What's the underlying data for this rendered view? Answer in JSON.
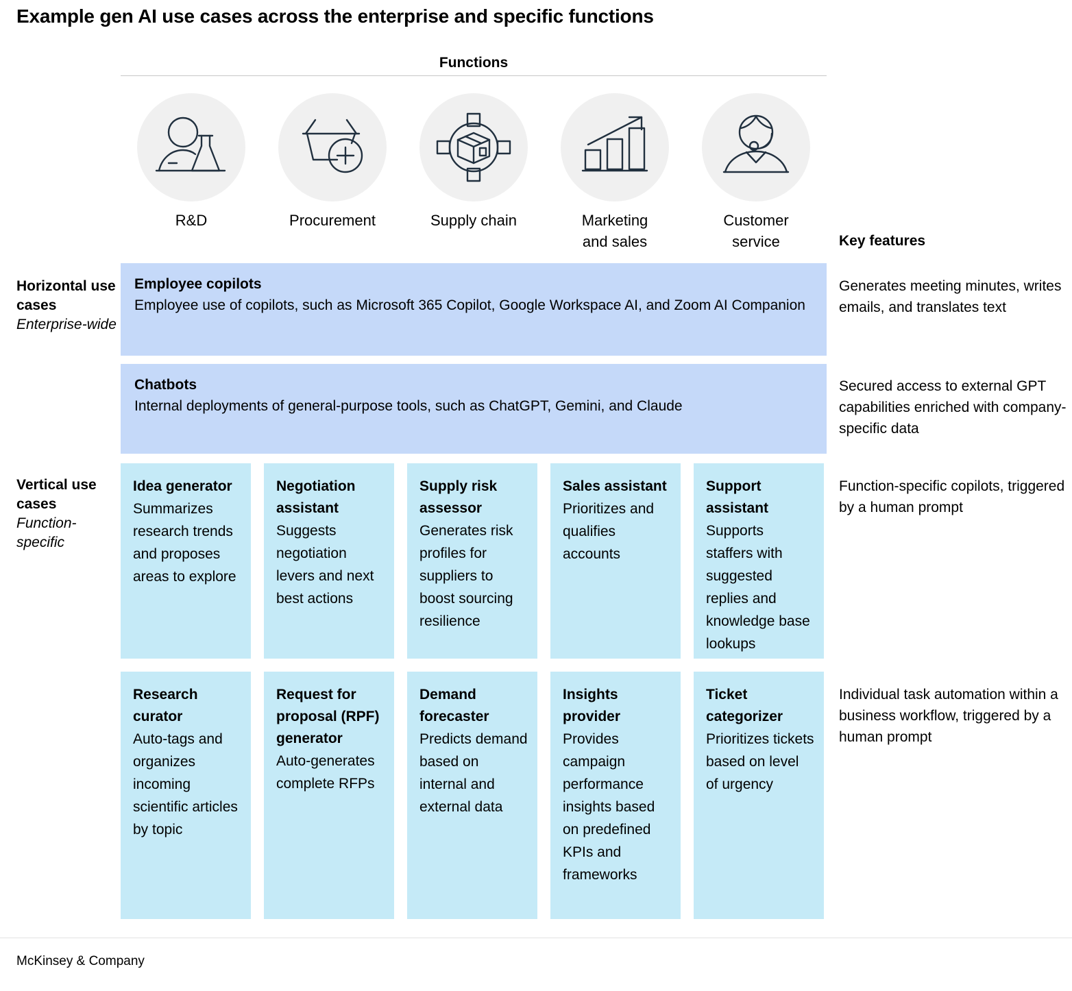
{
  "title": "Example gen AI use cases across the enterprise and specific functions",
  "functions_header": {
    "label": "Functions",
    "key_features_label": "Key features"
  },
  "functions": [
    {
      "icon": "researcher-flask-icon",
      "label_line1": "R&D",
      "label_line2": ""
    },
    {
      "icon": "basket-plus-icon",
      "label_line1": "Procurement",
      "label_line2": ""
    },
    {
      "icon": "box-network-icon",
      "label_line1": "Supply chain",
      "label_line2": ""
    },
    {
      "icon": "bar-chart-arrow-icon",
      "label_line1": "Marketing",
      "label_line2": "and sales"
    },
    {
      "icon": "headset-agent-icon",
      "label_line1": "Customer",
      "label_line2": "service"
    }
  ],
  "horizontal": {
    "label_bold": "Horizontal use cases",
    "label_italic": "Enterprise-wide",
    "rows": [
      {
        "title": "Employee copilots",
        "description": "Employee use of copilots, such as Microsoft 365 Copilot, Google Workspace AI, and Zoom AI Companion",
        "key_feature": "Generates meeting minutes, writes emails, and translates text"
      },
      {
        "title": "Chatbots",
        "description": "Internal deployments of general-purpose tools, such as ChatGPT, Gemini, and Claude",
        "key_feature": "Secured access to external GPT capabilities enriched with company-specific data"
      }
    ]
  },
  "vertical": {
    "label_bold": "Vertical use cases",
    "label_italic": "Function-specific",
    "rows": [
      {
        "key_feature": "Function-specific copilots, triggered by a human prompt",
        "cards": [
          {
            "title": "Idea generator",
            "description": "Summarizes research trends and proposes areas to explore"
          },
          {
            "title": "Negotiation assistant",
            "description": "Suggests negotiation levers and next best actions"
          },
          {
            "title": "Supply risk assessor",
            "description": "Generates risk profiles for suppliers to boost sourcing resilience"
          },
          {
            "title": "Sales assistant",
            "description": "Prioritizes and qualifies accounts"
          },
          {
            "title": "Support assistant",
            "description": "Supports staffers with suggested replies and knowledge base lookups"
          }
        ]
      },
      {
        "key_feature": "Individual task automation within a business workflow, triggered by a human prompt",
        "cards": [
          {
            "title": "Research curator",
            "description": "Auto-tags and organizes incoming scientific articles by topic"
          },
          {
            "title": "Request for proposal (RPF) generator",
            "description": "Auto-generates complete RFPs"
          },
          {
            "title": "Demand forecaster",
            "description": "Predicts demand based on internal and external data"
          },
          {
            "title": "Insights provider",
            "description": "Provides campaign performance insights based on predefined KPIs and frameworks"
          },
          {
            "title": "Ticket categorizer",
            "description": "Prioritizes tickets based on level of urgency"
          }
        ]
      }
    ]
  },
  "footer": "McKinsey & Company",
  "colors": {
    "horizontal_band": "#c5d9f9",
    "vertical_card": "#c5eaf7",
    "icon_circle": "#f0f0f0",
    "icon_stroke": "#21303f"
  }
}
